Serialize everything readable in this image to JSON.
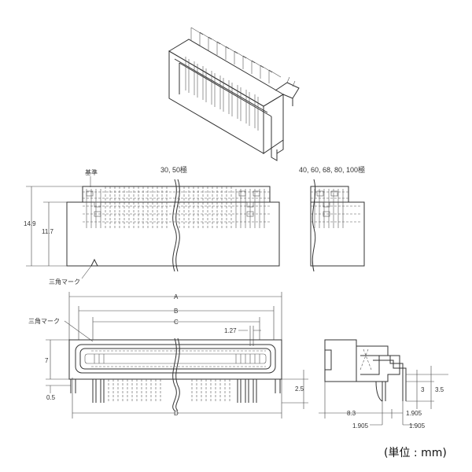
{
  "labels": {
    "reference": "基準",
    "poles_left": "30, 50極",
    "poles_right": "40, 60, 68, 80, 100極",
    "triangle_mark_1": "三角マーク",
    "triangle_mark_2": "三角マーク",
    "unit": "(単位 : mm)"
  },
  "dims": {
    "h_total": "14.9",
    "h_body": "11.7",
    "a": "A",
    "b": "B",
    "c": "C",
    "d": "D",
    "pitch": "1.27",
    "h7": "7",
    "p05": "0.5",
    "p25": "2.5",
    "d83": "8.3",
    "d1905a": "1.905",
    "d1905b": "1.905",
    "d1905c": "1.905",
    "d3": "3",
    "d35": "3.5"
  }
}
